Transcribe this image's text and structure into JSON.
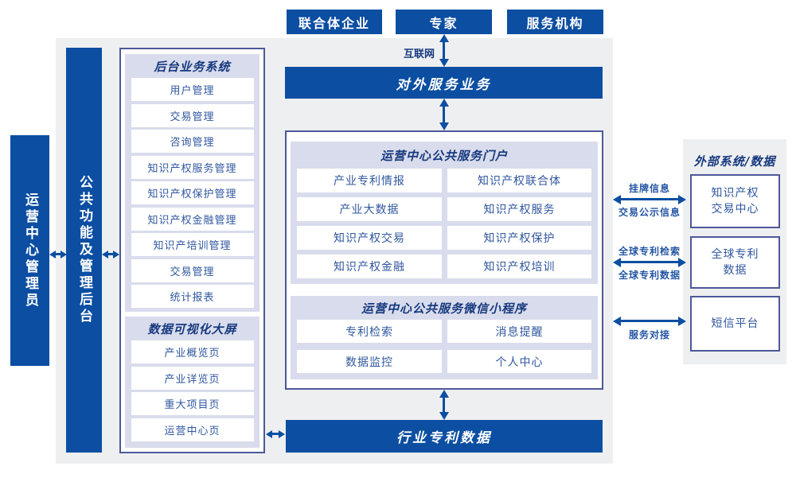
{
  "colors": {
    "primary_blue": "#0b4ea2",
    "navy_text": "#16397f",
    "item_text": "#30579f",
    "panel_lavender": "#d9dcec",
    "box_border": "#4d5899",
    "background_gray": "#eeeff0"
  },
  "top_actors": [
    "联合体企业",
    "专家",
    "服务机构"
  ],
  "labels": {
    "internet": "互联网"
  },
  "bars": {
    "external_service": "对外服务业务",
    "industry_patent": "行业专利数据"
  },
  "left": {
    "admin_bar": "运营中心管理员",
    "mgmt_bar": "公共功能及管理后台",
    "backend": {
      "title": "后台业务系统",
      "items": [
        "用户管理",
        "交易管理",
        "咨询管理",
        "知识产权服务管理",
        "知识产权保护管理",
        "知识产权金融管理",
        "知识产培训管理",
        "交易管理",
        "统计报表"
      ]
    },
    "dashboard": {
      "title": "数据可视化大屏",
      "items": [
        "产业概览页",
        "产业详览页",
        "重大项目页",
        "运营中心页"
      ]
    }
  },
  "center": {
    "portal": {
      "title": "运营中心公共服务门户",
      "items": [
        "产业专利情报",
        "知识产权联合体",
        "产业大数据",
        "知识产权服务",
        "知识产权交易",
        "知识产权保护",
        "知识产权金融",
        "知识产权培训"
      ]
    },
    "miniapp": {
      "title": "运营中心公共服务微信小程序",
      "items": [
        "专利检索",
        "消息提醒",
        "数据监控",
        "个人中心"
      ]
    }
  },
  "external": {
    "title": "外部系统/数据",
    "systems": [
      "知识产权\n交易中心",
      "全球专利\n数据",
      "短信平台"
    ],
    "link_labels": {
      "l1_top": "挂牌信息",
      "l1_bottom": "交易公示信息",
      "l2_top": "全球专利检索",
      "l2_bottom": "全球专利数据",
      "l3": "服务对接"
    }
  }
}
